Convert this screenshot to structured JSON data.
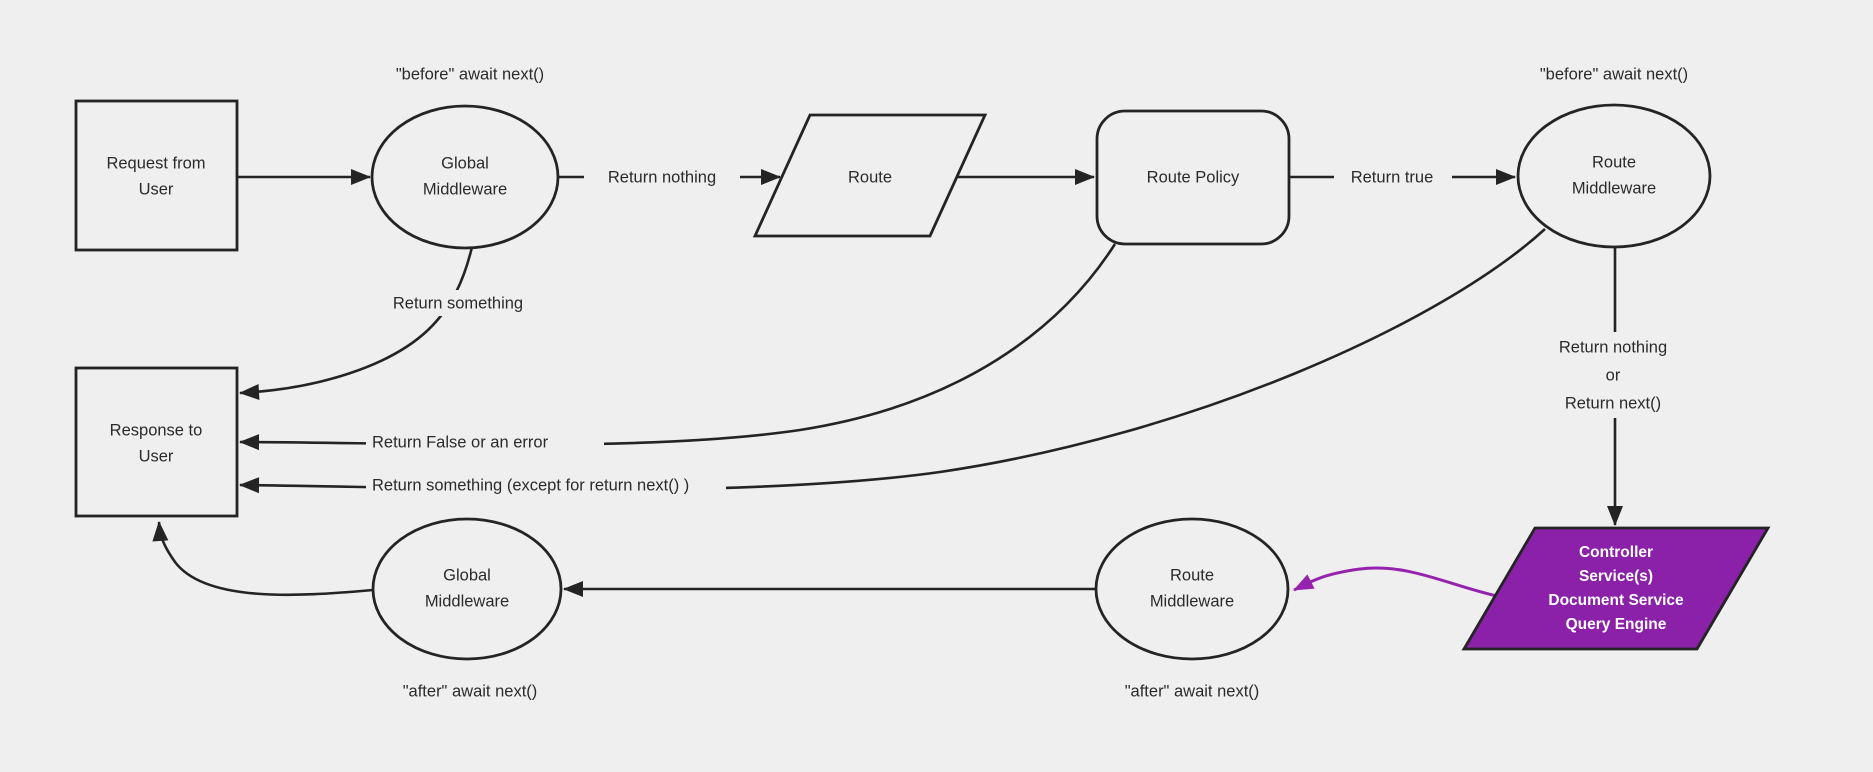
{
  "diagram": {
    "type": "flowchart",
    "background_color": "#efefef",
    "line_color": "#242424",
    "text_color": "#2b2b2b",
    "accent_purple_fill": "#8b21a8",
    "accent_purple_edge": "#9623ae",
    "nodes": {
      "request": {
        "line1": "Request from",
        "line2": "User"
      },
      "global_middleware_top": {
        "line1": "Global",
        "line2": "Middleware"
      },
      "route": {
        "label": "Route"
      },
      "route_policy": {
        "label": "Route Policy"
      },
      "route_middleware_top": {
        "line1": "Route",
        "line2": "Middleware"
      },
      "response": {
        "line1": "Response to",
        "line2": "User"
      },
      "global_middleware_bottom": {
        "line1": "Global",
        "line2": "Middleware"
      },
      "route_middleware_bottom": {
        "line1": "Route",
        "line2": "Middleware"
      },
      "controller": {
        "lines": [
          "Controller",
          "Service(s)",
          "Document Service",
          "Query Engine"
        ]
      }
    },
    "edge_labels": {
      "before_await_next": "\"before\" await next()",
      "after_await_next": "\"after\" await next()",
      "return_nothing": "Return nothing",
      "return_true": "Return true",
      "return_something": "Return something",
      "return_false_or_error": "Return False or an error",
      "return_something_except": "Return something (except for return next() )",
      "return_nothing_or": {
        "line1": "Return nothing",
        "line2": "or",
        "line3": "Return next()"
      }
    }
  }
}
